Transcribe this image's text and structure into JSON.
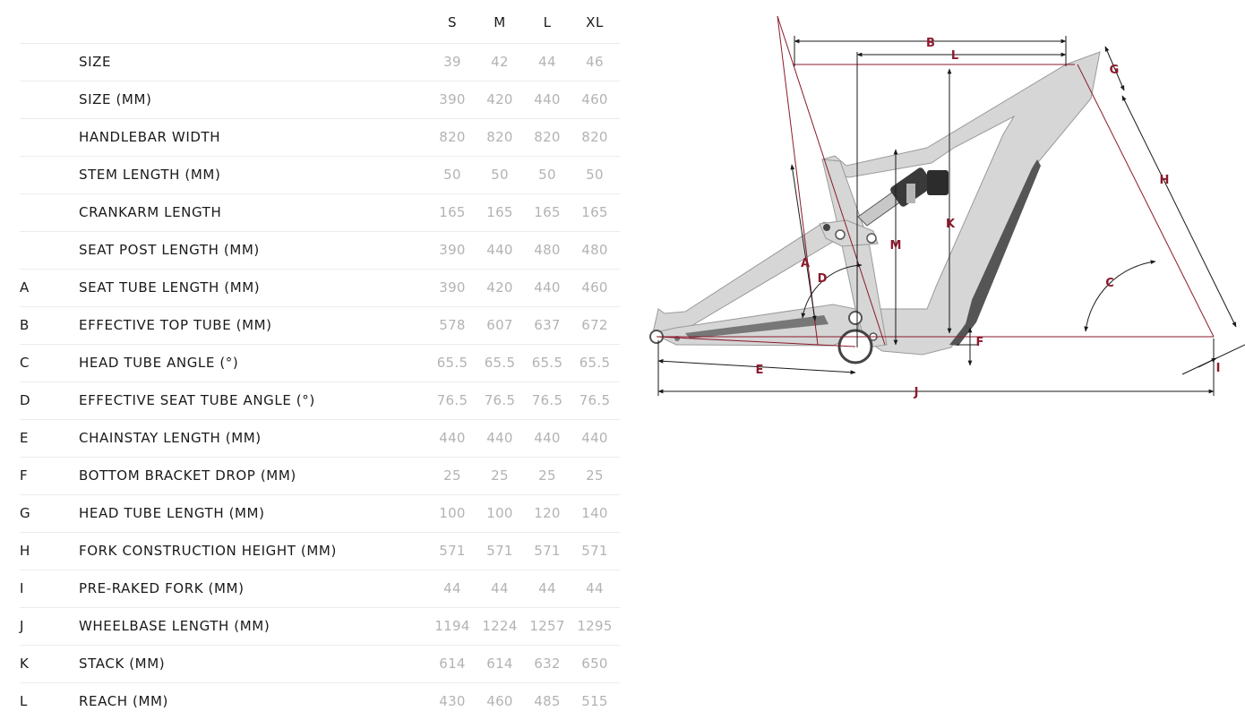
{
  "table": {
    "size_headers": [
      "S",
      "M",
      "L",
      "XL"
    ],
    "rows": [
      {
        "letter": "",
        "label": "SIZE",
        "values": [
          "39",
          "42",
          "44",
          "46"
        ]
      },
      {
        "letter": "",
        "label": "SIZE (MM)",
        "values": [
          "390",
          "420",
          "440",
          "460"
        ]
      },
      {
        "letter": "",
        "label": "HANDLEBAR WIDTH",
        "values": [
          "820",
          "820",
          "820",
          "820"
        ]
      },
      {
        "letter": "",
        "label": "STEM LENGTH (MM)",
        "values": [
          "50",
          "50",
          "50",
          "50"
        ]
      },
      {
        "letter": "",
        "label": "CRANKARM LENGTH",
        "values": [
          "165",
          "165",
          "165",
          "165"
        ]
      },
      {
        "letter": "",
        "label": "SEAT POST LENGTH (MM)",
        "values": [
          "390",
          "440",
          "480",
          "480"
        ]
      },
      {
        "letter": "A",
        "label": "SEAT TUBE LENGTH (MM)",
        "values": [
          "390",
          "420",
          "440",
          "460"
        ]
      },
      {
        "letter": "B",
        "label": "EFFECTIVE TOP TUBE (MM)",
        "values": [
          "578",
          "607",
          "637",
          "672"
        ]
      },
      {
        "letter": "C",
        "label": "HEAD TUBE ANGLE (°)",
        "values": [
          "65.5",
          "65.5",
          "65.5",
          "65.5"
        ]
      },
      {
        "letter": "D",
        "label": "EFFECTIVE SEAT TUBE ANGLE (°)",
        "values": [
          "76.5",
          "76.5",
          "76.5",
          "76.5"
        ]
      },
      {
        "letter": "E",
        "label": "CHAINSTAY LENGTH (MM)",
        "values": [
          "440",
          "440",
          "440",
          "440"
        ]
      },
      {
        "letter": "F",
        "label": "BOTTOM BRACKET DROP (MM)",
        "values": [
          "25",
          "25",
          "25",
          "25"
        ]
      },
      {
        "letter": "G",
        "label": "HEAD TUBE LENGTH (MM)",
        "values": [
          "100",
          "100",
          "120",
          "140"
        ]
      },
      {
        "letter": "H",
        "label": "FORK CONSTRUCTION HEIGHT (MM)",
        "values": [
          "571",
          "571",
          "571",
          "571"
        ]
      },
      {
        "letter": "I",
        "label": "PRE-RAKED FORK (MM)",
        "values": [
          "44",
          "44",
          "44",
          "44"
        ]
      },
      {
        "letter": "J",
        "label": "WHEELBASE LENGTH (MM)",
        "values": [
          "1194",
          "1224",
          "1257",
          "1295"
        ]
      },
      {
        "letter": "K",
        "label": "STACK (MM)",
        "values": [
          "614",
          "614",
          "632",
          "650"
        ]
      },
      {
        "letter": "L",
        "label": "REACH (MM)",
        "values": [
          "430",
          "460",
          "485",
          "515"
        ]
      }
    ]
  },
  "diagram": {
    "labels": {
      "A": "A",
      "B": "B",
      "C": "C",
      "D": "D",
      "E": "E",
      "F": "F",
      "G": "G",
      "H": "H",
      "I": "I",
      "J": "J",
      "K": "K",
      "L": "L",
      "M": "M"
    },
    "accent_color": "#8b1a2b",
    "frame_color": "#d4d4d4"
  }
}
